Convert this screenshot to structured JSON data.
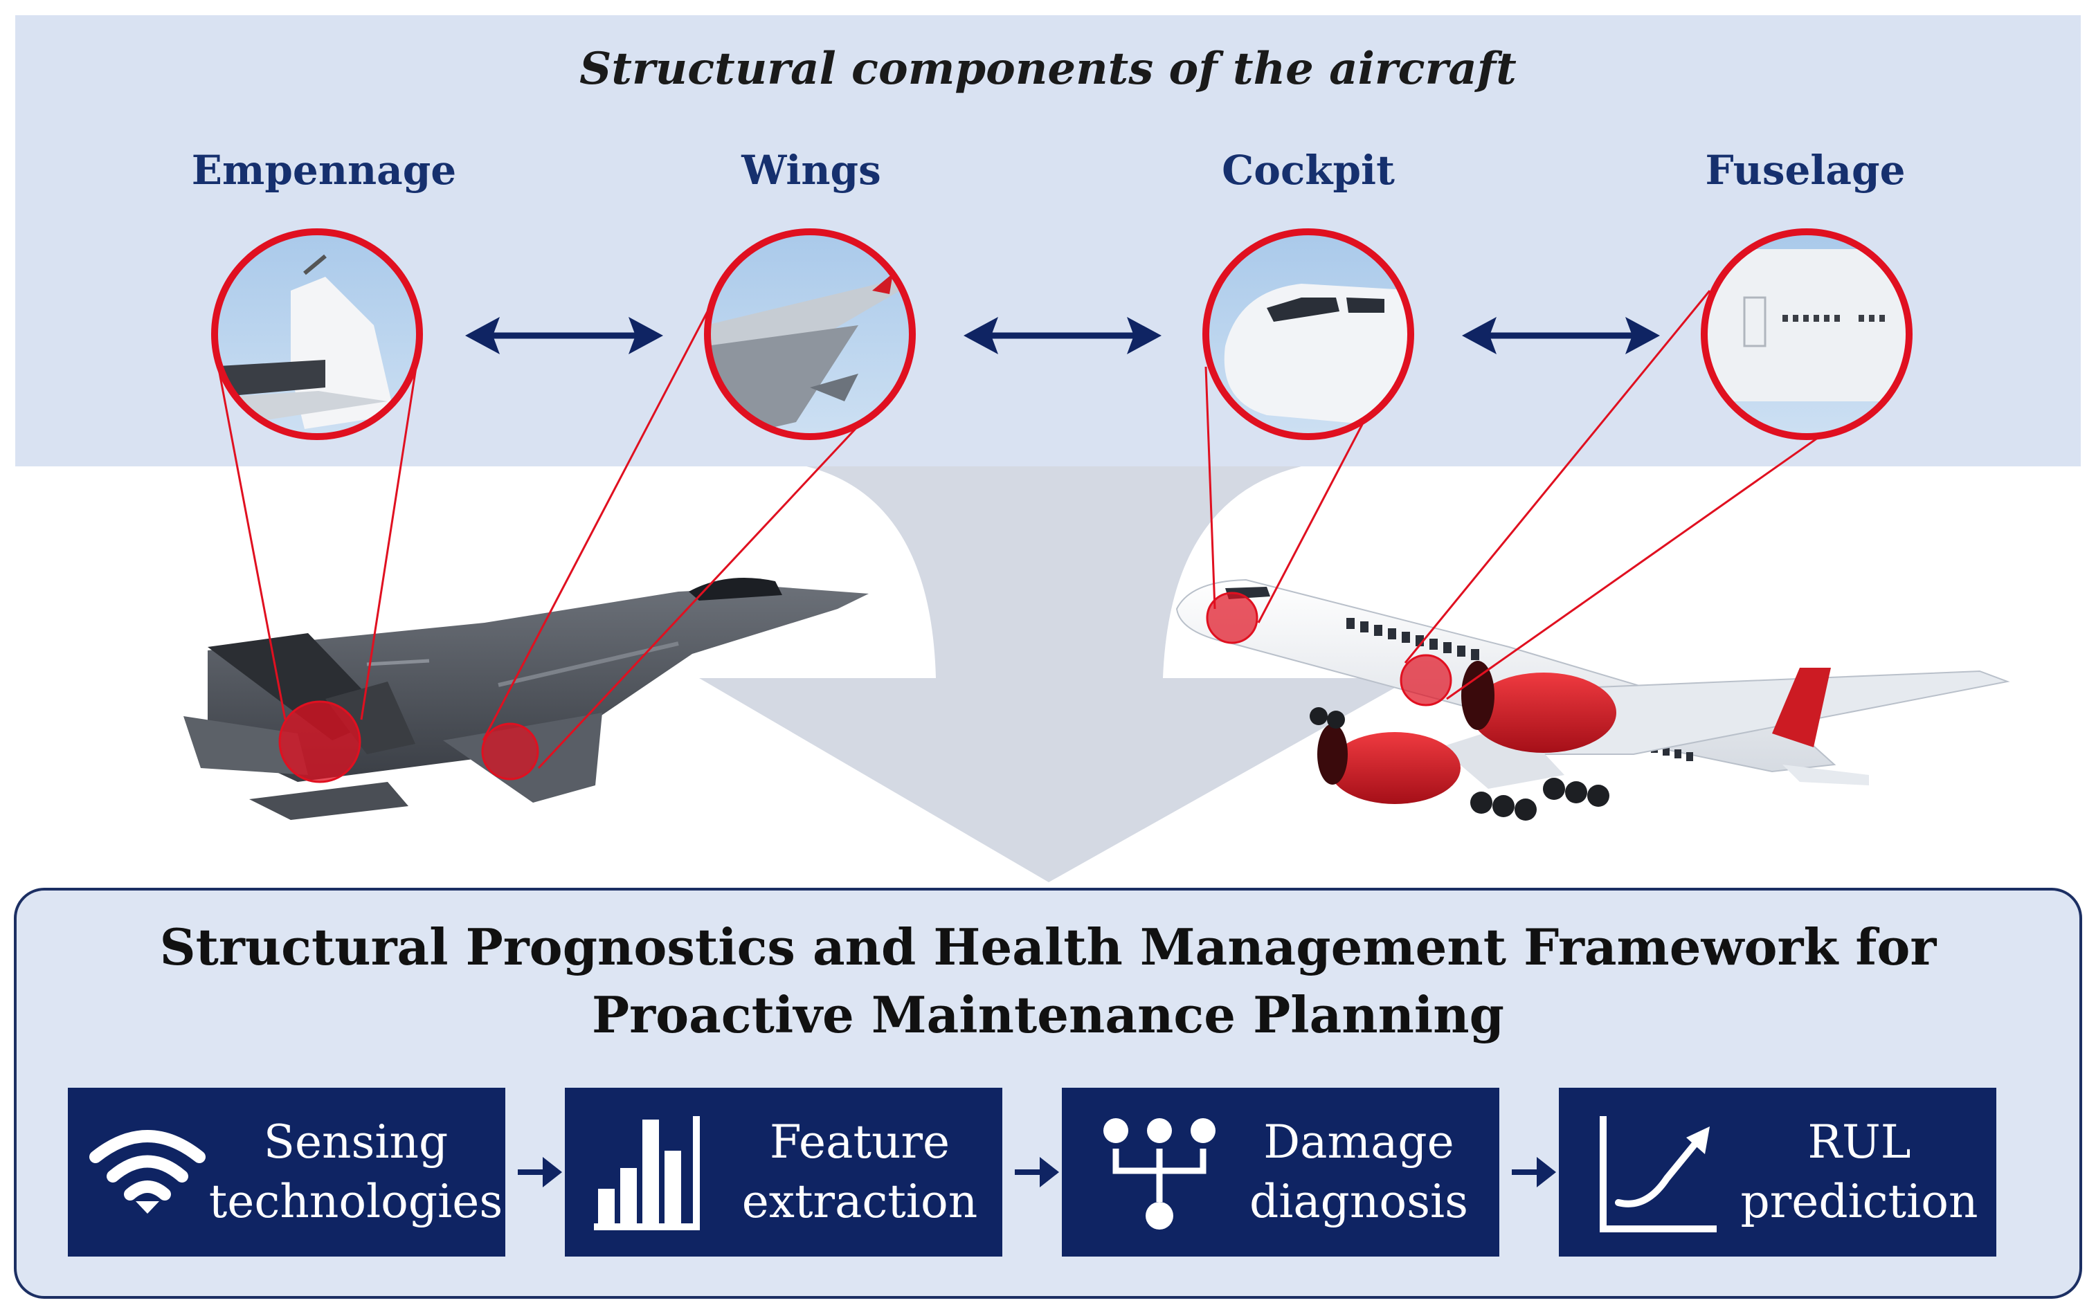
{
  "top_panel": {
    "title": "Structural components of the aircraft",
    "components": [
      {
        "label": "Empennage",
        "icon": "tail-detail-icon"
      },
      {
        "label": "Wings",
        "icon": "wing-detail-icon"
      },
      {
        "label": "Cockpit",
        "icon": "cockpit-detail-icon"
      },
      {
        "label": "Fuselage",
        "icon": "fuselage-detail-icon"
      }
    ]
  },
  "aircraft": [
    {
      "kind": "fighter-jet",
      "icon": "fighter-jet-icon"
    },
    {
      "kind": "commercial-airliner",
      "icon": "airliner-icon"
    }
  ],
  "framework": {
    "title_line1": "Structural Prognostics and Health Management Framework for",
    "title_line2": "Proactive Maintenance Planning",
    "steps": [
      {
        "line1": "Sensing",
        "line2": "technologies",
        "icon": "wifi-signal-icon"
      },
      {
        "line1": "Feature",
        "line2": "extraction",
        "icon": "bar-chart-icon"
      },
      {
        "line1": "Damage",
        "line2": "diagnosis",
        "icon": "classification-tree-icon"
      },
      {
        "line1": "RUL",
        "line2": "prediction",
        "icon": "trend-curve-icon"
      }
    ]
  },
  "colors": {
    "panel_bg": "#d9e2f2",
    "frame_bg": "#dde5f3",
    "step_bg": "#0f2463",
    "navy_text": "#16306e",
    "highlight_red": "#e01020",
    "funnel_gray": "#d4d9e3",
    "airliner_engine_red": "#d11a24"
  }
}
